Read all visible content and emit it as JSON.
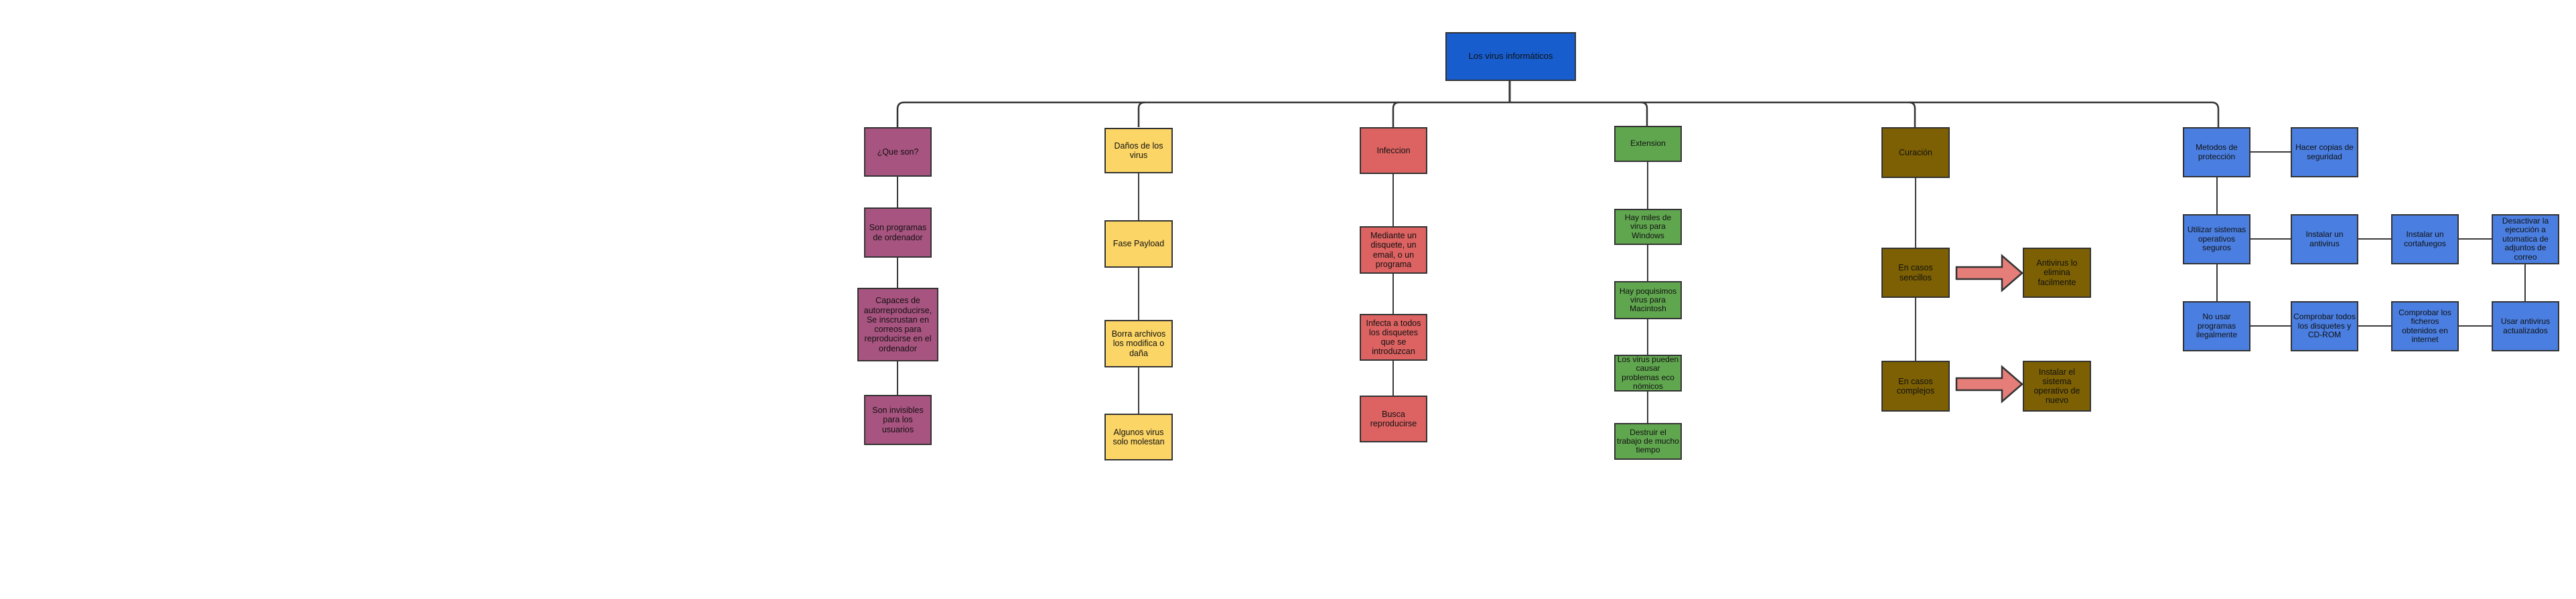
{
  "diagram": {
    "title": "Los virus informáticos",
    "root": {
      "label": "Los virus informáticos"
    },
    "branches": [
      {
        "id": "que-son",
        "color": "#a85480",
        "nodes": [
          "¿Que son?",
          "Son programas de ordenador",
          "Capaces de autorreproducirse, Se inscrustan en correos para reproducirse en el ordenador",
          "Son invisibles para los usuarios"
        ]
      },
      {
        "id": "danos",
        "color": "#fbd566",
        "nodes": [
          "Daños de los virus",
          "Fase Payload",
          "Borra archivos los modifica o daña",
          "Algunos virus solo molestan"
        ]
      },
      {
        "id": "infeccion",
        "color": "#dc6362",
        "nodes": [
          "Infeccion",
          "Mediante un disquete, un email, o un programa",
          "Infecta a todos los disquetes que se introduzcan",
          "Busca reproducirse"
        ]
      },
      {
        "id": "extension",
        "color": "#60a64f",
        "nodes": [
          "Extension",
          "Hay miles de virus para Windows",
          "Hay poquisimos virus para Macintosh",
          "Los virus pueden causar problemas eco nómicos",
          "Destruir el trabajo de mucho tiempo"
        ]
      },
      {
        "id": "curacion",
        "color": "#7c6003",
        "nodes": [
          "Curación",
          "En casos sencillos",
          "Antivirus lo elimina facilmente",
          "En casos complejos",
          "Instalar el sistema operativo de nuevo"
        ]
      },
      {
        "id": "metodos",
        "color": "#4a7ee0",
        "nodes": [
          "Metodos de protección",
          "Hacer copias de seguridad",
          "Utilizar sistemas operativos seguros",
          "Instalar un antivirus",
          "Instalar un cortafuegos",
          "Desactivar la ejecución a utomatica de adjuntos de correo",
          "No usar programas ilegalmente",
          "Comprobar todos los disquetes y CD-ROM",
          "Comprobar los ficheros obtenidos en internet",
          "Usar antivirus actualizados"
        ]
      }
    ],
    "colors": {
      "root_blue": "#175dce",
      "purple": "#a85480",
      "yellow": "#fbd566",
      "red": "#dc6362",
      "green": "#60a64f",
      "olive": "#7c6003",
      "methods_blue": "#4a7ee0",
      "arrow_fill": "#e57d79",
      "border": "#333333",
      "line": "#3a3a3a",
      "background": "#ffffff"
    }
  }
}
